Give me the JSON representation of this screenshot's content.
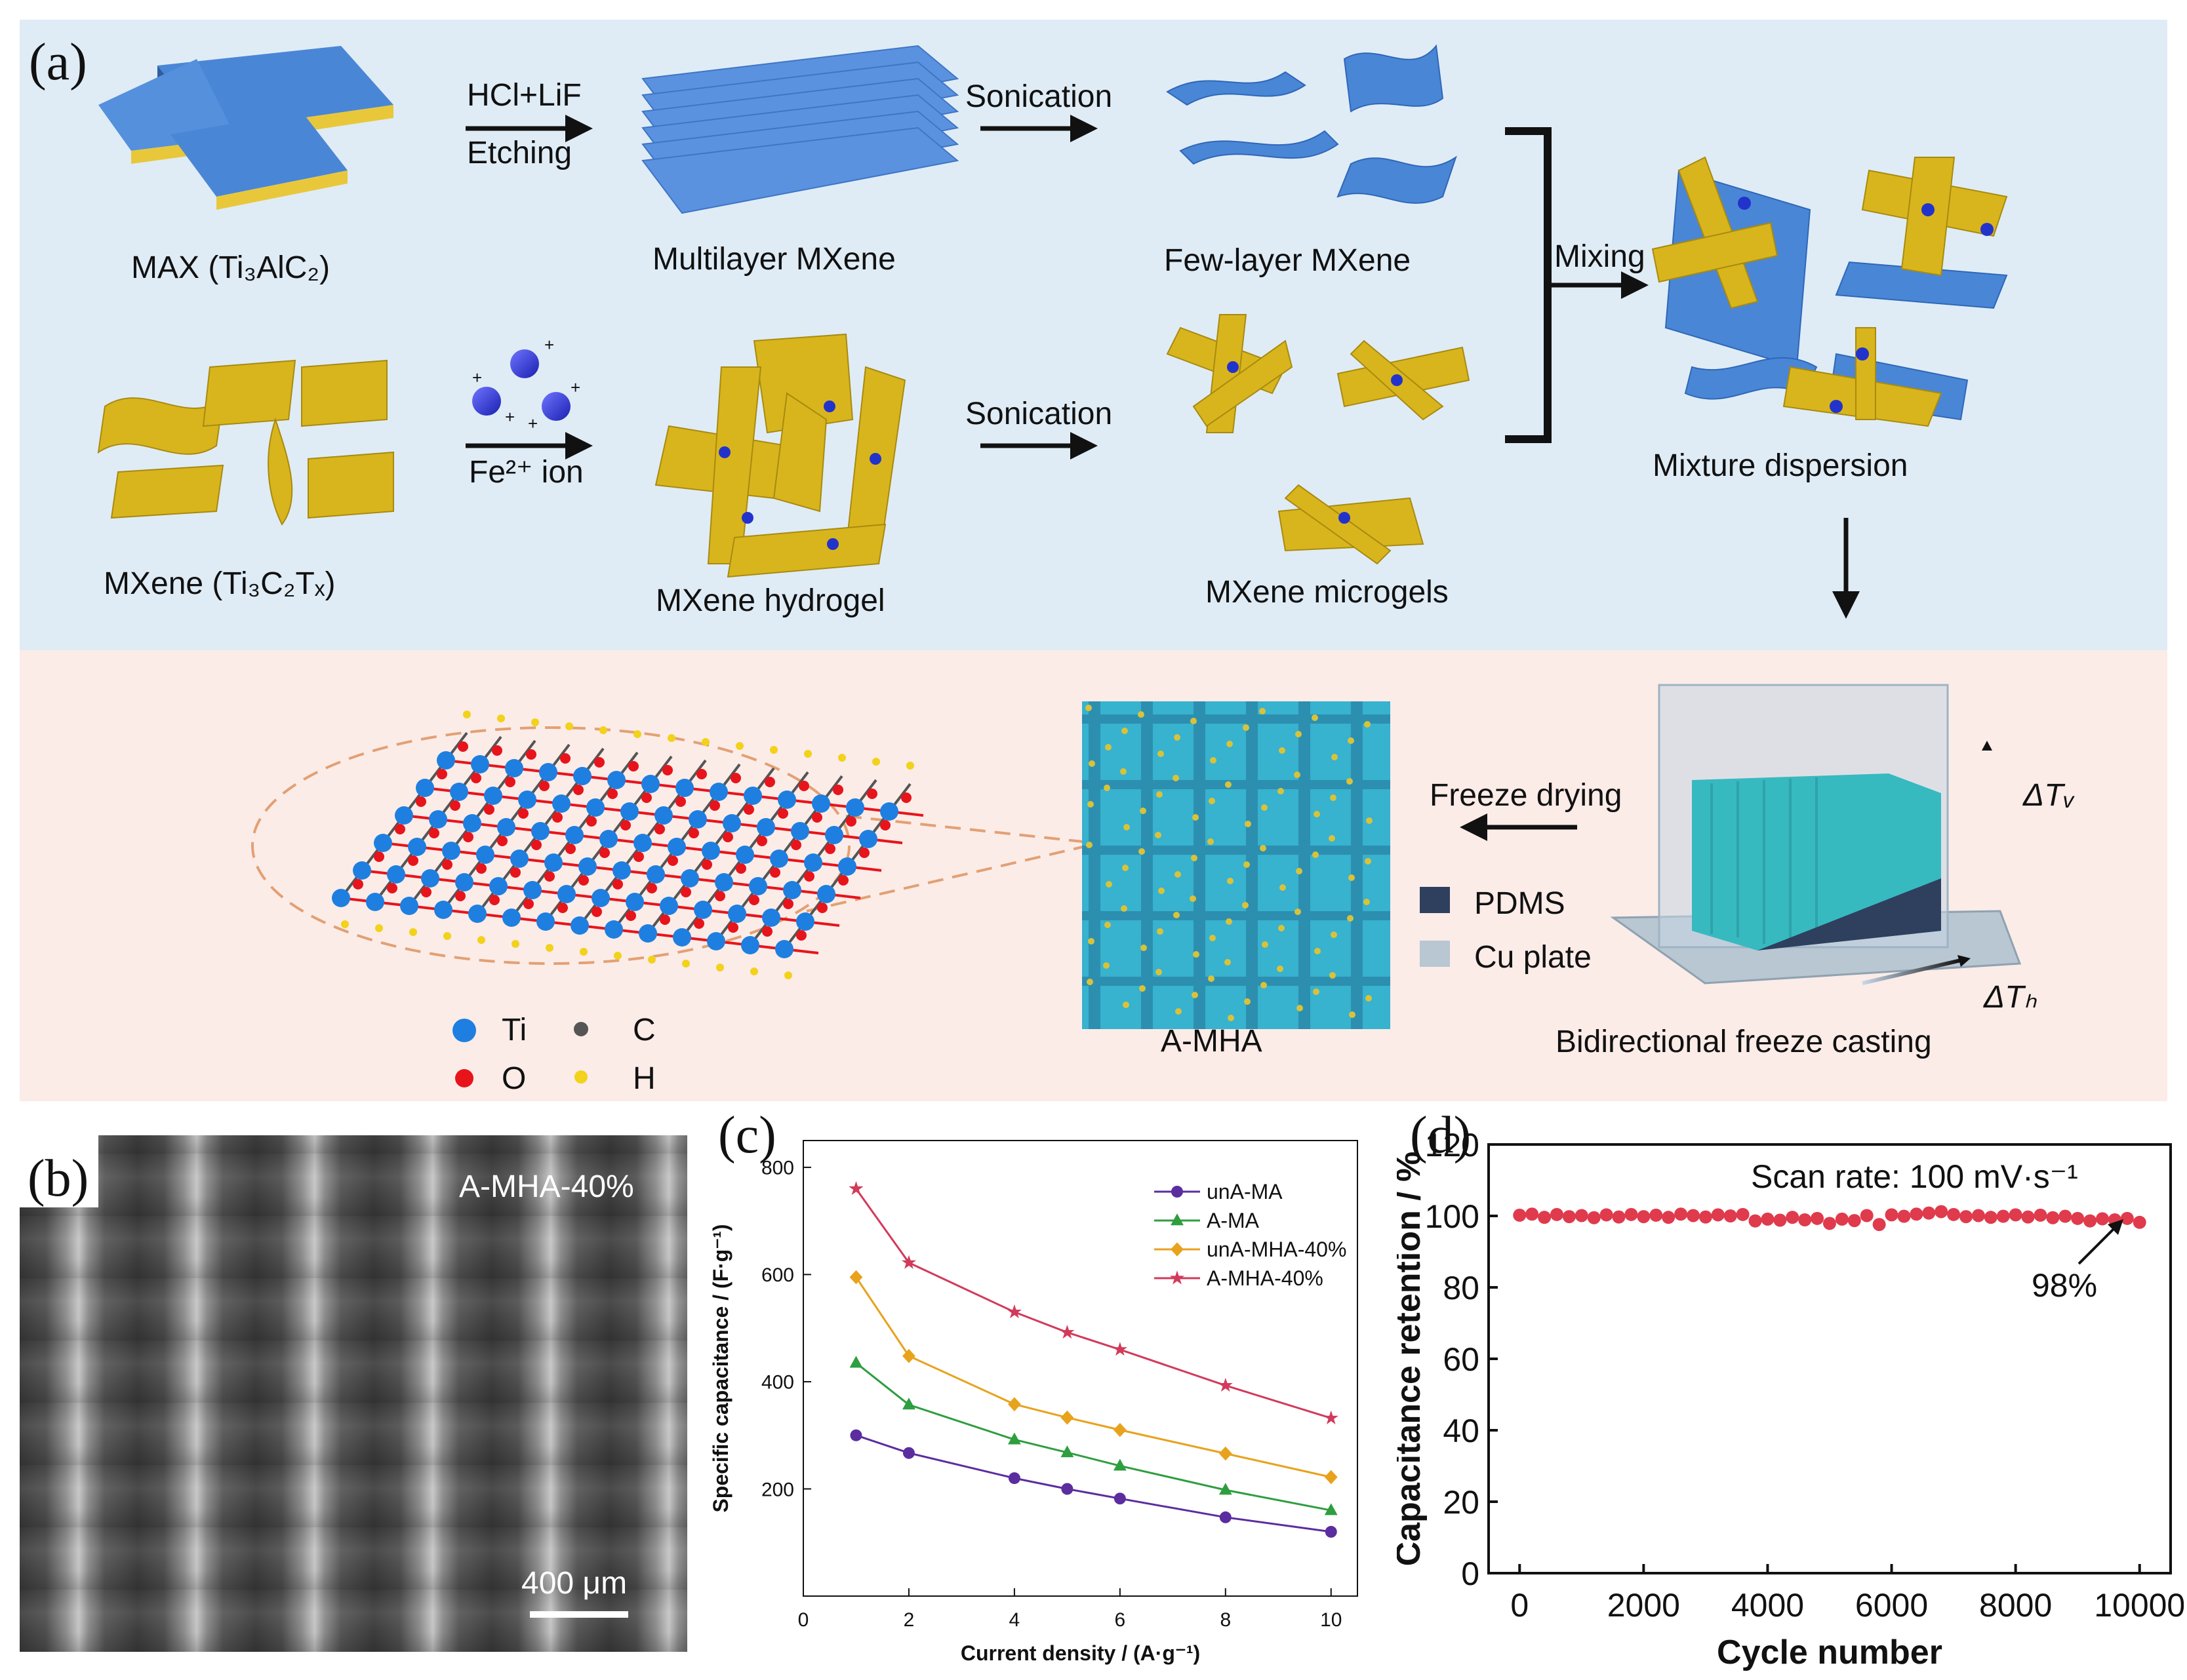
{
  "panels": {
    "a": "(a)",
    "b": "(b)",
    "c": "(c)",
    "d": "(d)"
  },
  "colors": {
    "panel_a_top_bg": "#dfecf6",
    "panel_a_bottom_bg": "#fbece8",
    "mxene_blue": "#4a86d6",
    "mxene_gold": "#d9b51d",
    "ti": "#1e7fe0",
    "o": "#e8141b",
    "c": "#555555",
    "h": "#f2d21b",
    "pdms": "#2f3f5e",
    "cu_plate": "#b8c7d2"
  },
  "top": {
    "etching_top": "HCl+LiF",
    "etching_bottom": "Etching",
    "sonication_1": "Sonication",
    "sonication_2": "Sonication",
    "fe_label": "Fe²⁺ ion",
    "mixing": "Mixing",
    "max_label": "MAX (Ti₃AlC₂)",
    "multilayer": "Multilayer MXene",
    "fewlayer": "Few-layer MXene",
    "mxene_label": "MXene (Ti₃C₂Tₓ)",
    "hydrogel": "MXene hydrogel",
    "microgels": "MXene microgels",
    "mixture": "Mixture dispersion"
  },
  "bottom": {
    "freeze_drying": "Freeze drying",
    "delta_tv": "ΔTᵥ",
    "delta_th": "ΔTₕ",
    "pdms": "PDMS",
    "cu_plate": "Cu plate",
    "amha": "A-MHA",
    "bidirectional": "Bidirectional freeze casting",
    "legend": {
      "ti": "Ti",
      "c": "C",
      "o": "O",
      "h": "H"
    }
  },
  "panel_b": {
    "sample": "A-MHA-40%",
    "scale": "400 μm"
  },
  "chart_data": [
    {
      "panel": "c",
      "type": "line",
      "xlabel": "Current density / (A·g⁻¹)",
      "ylabel": "Specific capacitance / (F·g⁻¹)",
      "xlim": [
        0,
        10.5
      ],
      "ylim": [
        0,
        850
      ],
      "xticks": [
        0,
        2,
        4,
        6,
        8,
        10
      ],
      "yticks": [
        200,
        400,
        600,
        800
      ],
      "x": [
        1,
        2,
        4,
        5,
        6,
        8,
        10
      ],
      "legend_position": "top-right",
      "series": [
        {
          "name": "unA-MA",
          "color": "#5b2d9e",
          "marker": "circle",
          "values": [
            300,
            267,
            220,
            200,
            182,
            147,
            120
          ]
        },
        {
          "name": "A-MA",
          "color": "#2e9e3f",
          "marker": "triangle",
          "values": [
            435,
            357,
            292,
            268,
            243,
            198,
            160
          ]
        },
        {
          "name": "unA-MHA-40%",
          "color": "#e8a21c",
          "marker": "diamond",
          "values": [
            595,
            448,
            358,
            333,
            310,
            266,
            222
          ]
        },
        {
          "name": "A-MHA-40%",
          "color": "#d23a5a",
          "marker": "star",
          "values": [
            760,
            622,
            530,
            492,
            460,
            393,
            332
          ]
        }
      ]
    },
    {
      "panel": "d",
      "type": "scatter",
      "xlabel": "Cycle number",
      "ylabel": "Capacitance retention / %",
      "xlim": [
        -500,
        10500
      ],
      "ylim": [
        0,
        120
      ],
      "xticks": [
        0,
        2000,
        4000,
        6000,
        8000,
        10000
      ],
      "yticks": [
        0,
        20,
        40,
        60,
        80,
        100,
        120
      ],
      "annotation": "Scan rate: 100 mV·s⁻¹",
      "end_label": "98%",
      "series": [
        {
          "color": "#e03a4d",
          "x": [
            0,
            200,
            400,
            600,
            800,
            1000,
            1200,
            1400,
            1600,
            1800,
            2000,
            2200,
            2400,
            2600,
            2800,
            3000,
            3200,
            3400,
            3600,
            3800,
            4000,
            4200,
            4400,
            4600,
            4800,
            5000,
            5200,
            5400,
            5600,
            5800,
            6000,
            6200,
            6400,
            6600,
            6800,
            7000,
            7200,
            7400,
            7600,
            7800,
            8000,
            8200,
            8400,
            8600,
            8800,
            9000,
            9200,
            9400,
            9600,
            9800,
            10000
          ],
          "values": [
            100.2,
            100.5,
            99.6,
            100.4,
            99.8,
            100.1,
            99.5,
            100.3,
            99.7,
            100.4,
            99.8,
            100.2,
            99.6,
            100.5,
            100.1,
            99.7,
            100.3,
            100,
            100.4,
            98.6,
            99.1,
            98.8,
            99.6,
            98.9,
            99.3,
            97.9,
            99.1,
            98.7,
            100.1,
            97.6,
            100.3,
            99.9,
            100.5,
            100.8,
            101.2,
            100.4,
            99.8,
            100.1,
            99.6,
            99.9,
            100.3,
            99.7,
            100.2,
            99.5,
            99.9,
            99.3,
            98.6,
            99.2,
            98.9,
            99.3,
            98.2
          ]
        }
      ]
    }
  ]
}
